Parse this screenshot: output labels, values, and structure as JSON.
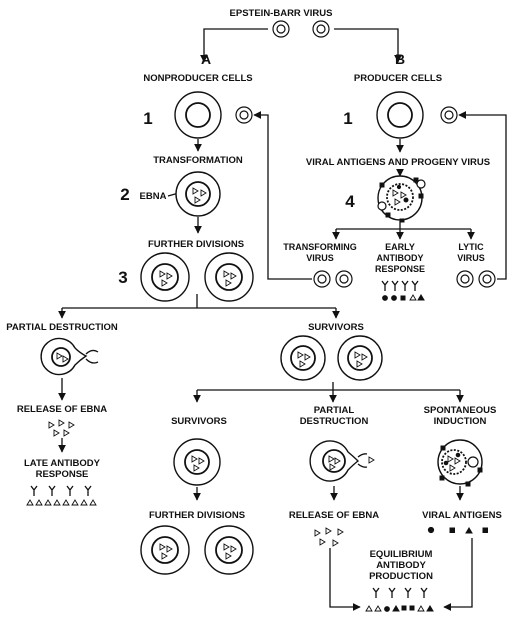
{
  "title": "EPSTEIN-BARR VIRUS",
  "pathways": {
    "a": {
      "letter": "A",
      "label": "NONPRODUCER CELLS",
      "step": "1"
    },
    "b": {
      "letter": "B",
      "label": "PRODUCER CELLS",
      "step": "1"
    }
  },
  "left": {
    "transformation": "TRANSFORMATION",
    "step2": "2",
    "ebna": "EBNA",
    "further_divisions": "FURTHER DIVISIONS",
    "step3": "3"
  },
  "right": {
    "viral_antigens_progeny": "VIRAL ANTIGENS AND PROGENY VIRUS",
    "step4": "4",
    "transforming_virus": [
      "TRANSFORMING",
      "VIRUS"
    ],
    "early_antibody": [
      "EARLY",
      "ANTIBODY",
      "RESPONSE"
    ],
    "lytic_virus": [
      "LYTIC",
      "VIRUS"
    ]
  },
  "lower": {
    "partial_destruction": "PARTIAL DESTRUCTION",
    "survivors": "SURVIVORS",
    "release_of_ebna": "RELEASE OF EBNA",
    "late_antibody": [
      "LATE ANTIBODY",
      "RESPONSE"
    ]
  },
  "bottom": {
    "survivors": "SURVIVORS",
    "partial_destruction": [
      "PARTIAL",
      "DESTRUCTION"
    ],
    "spontaneous_induction": [
      "SPONTANEOUS",
      "INDUCTION"
    ],
    "further_divisions": "FURTHER DIVISIONS",
    "release_of_ebna": "RELEASE OF EBNA",
    "viral_antigens": "VIRAL ANTIGENS",
    "equilibrium": [
      "EQUILIBRIUM",
      "ANTIBODY",
      "PRODUCTION"
    ]
  }
}
